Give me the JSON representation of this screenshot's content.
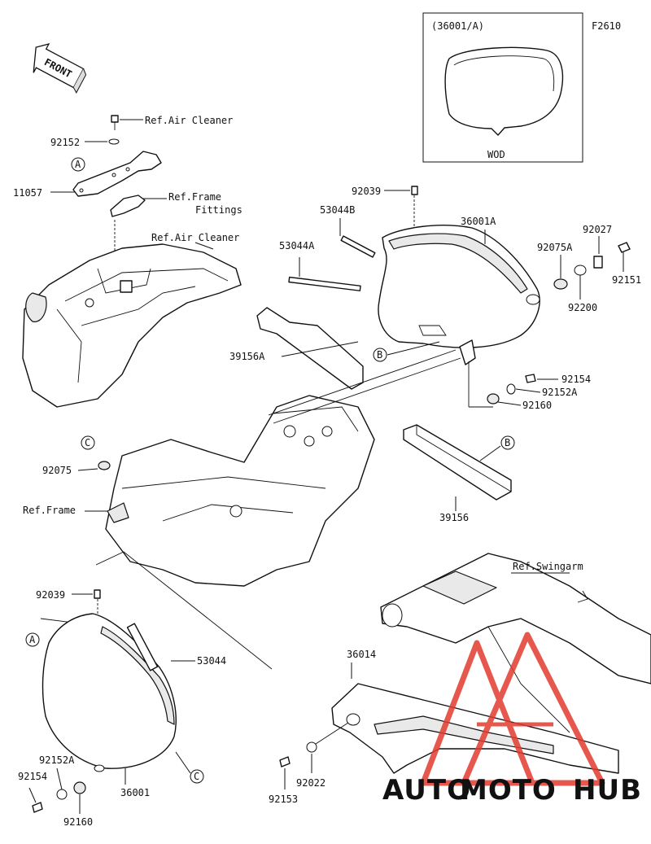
{
  "diagram_code": "F2610",
  "inset": {
    "label": "(36001/A)",
    "caption": "WOD"
  },
  "front_arrow": "FRONT",
  "callouts": {
    "a": "A",
    "b": "B",
    "c": "C"
  },
  "labels": {
    "p92152_top": "92152",
    "p11057": "11057",
    "ref_air_cleaner_1": "Ref.Air Cleaner",
    "ref_frame_fittings_1": "Ref.Frame",
    "ref_frame_fittings_2": "Fittings",
    "ref_air_cleaner_2": "Ref.Air Cleaner",
    "p92039_top": "92039",
    "p53044B": "53044B",
    "p53044A": "53044A",
    "p36001A": "36001A",
    "p92027": "92027",
    "p92075A": "92075A",
    "p92151": "92151",
    "p92200": "92200",
    "p39156A": "39156A",
    "p92154_right": "92154",
    "p92152A_right": "92152A",
    "p92160_right": "92160",
    "p92075": "92075",
    "ref_frame": "Ref.Frame",
    "p39156": "39156",
    "ref_swingarm": "Ref.Swingarm",
    "p92039_bottom": "92039",
    "p53044": "53044",
    "p36014": "36014",
    "p92152A_bottom": "92152A",
    "p92154_bottom": "92154",
    "p92160_bottom": "92160",
    "p36001": "36001",
    "p92153": "92153",
    "p92022": "92022"
  },
  "watermark": {
    "part1": "AUTO",
    "part2": "MOTO",
    "part3": "HUB",
    "color_main": "#f2b640",
    "color_dark": "#3a3a3a",
    "logo_color": "#e23b2e"
  }
}
